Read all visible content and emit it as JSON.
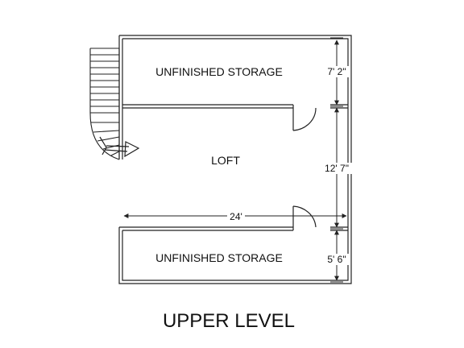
{
  "plan": {
    "title": "UPPER LEVEL",
    "rooms": {
      "storage_top": "UNFINISHED STORAGE",
      "loft": "LOFT",
      "storage_bottom": "UNFINISHED STORAGE"
    },
    "dimensions": {
      "storage_top_depth": "7' 2\"",
      "loft_depth": "12' 7\"",
      "storage_bottom_depth": "5' 6\"",
      "overall_width": "24'"
    },
    "colors": {
      "line": "#222222",
      "background": "#ffffff"
    }
  }
}
